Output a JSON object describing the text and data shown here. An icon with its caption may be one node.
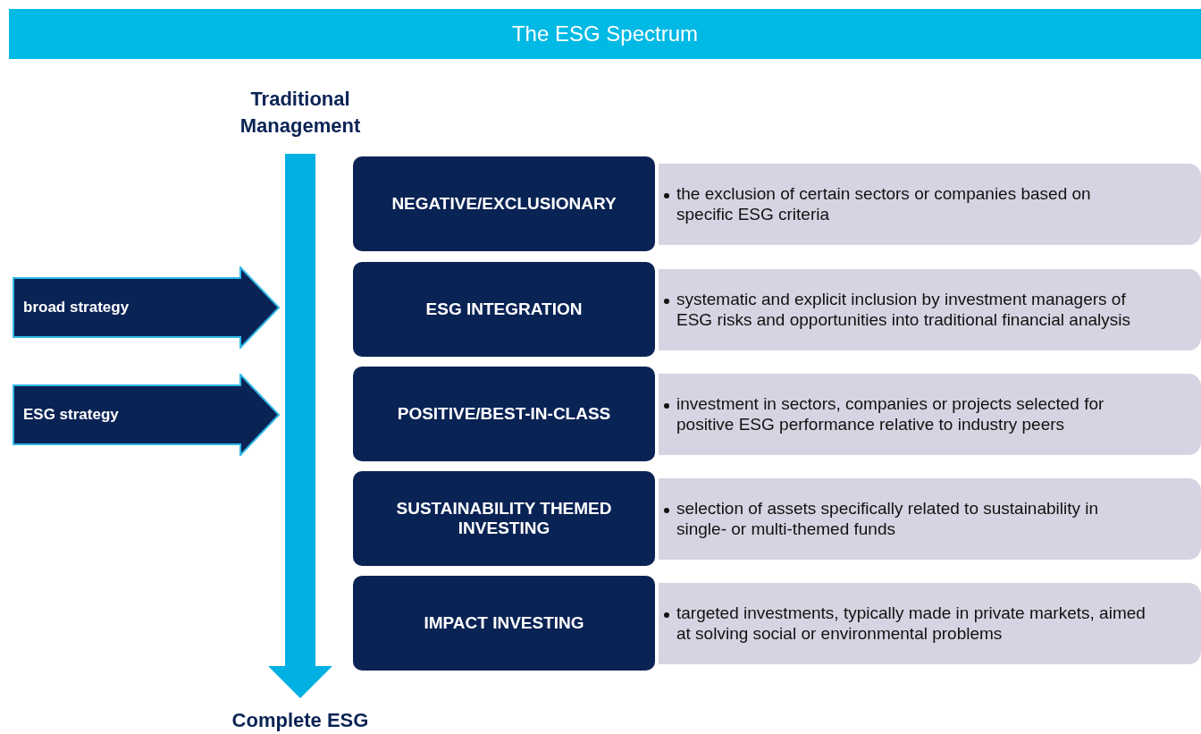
{
  "diagram": {
    "title": "The ESG Spectrum",
    "nodes": [
      {
        "text": [
          "Traditional Management"
        ]
      },
      {
        "text": [
          "Complete ESG"
        ]
      },
      {
        "text": [
          "broad strategy"
        ]
      },
      {
        "text": [
          "ESG strategy"
        ]
      },
      {
        "text": [
          "NEGATIVE/EXCLUSIONARY"
        ]
      },
      {
        "text": [
          "the exclusion of certain sectors or companies based on specific ESG criteria"
        ]
      },
      {
        "text": [
          "ESG INTEGRATION"
        ]
      },
      {
        "text": [
          "systematic and explicit inclusion by investment managers of ESG risks and opportunities into traditional financial analysis"
        ]
      },
      {
        "text": [
          "POSITIVE/BEST-IN-CLASS"
        ]
      },
      {
        "text": [
          "investment in sectors, companies or projects selected for positive ESG performance relative to industry peers"
        ]
      },
      {
        "text": [
          "SUSTAINABILITY THEMED INVESTING"
        ]
      },
      {
        "text": [
          "selection of assets specifically related to sustainability in single- or multi-themed funds"
        ]
      },
      {
        "text": [
          "IMPACT INVESTING"
        ]
      },
      {
        "text": [
          "targeted investments, typically made in private markets, aimed at solving social or environmental problems"
        ]
      }
    ],
    "edges": [
      {
        "from": 0,
        "to": 1,
        "arrow": "to"
      }
    ]
  }
}
